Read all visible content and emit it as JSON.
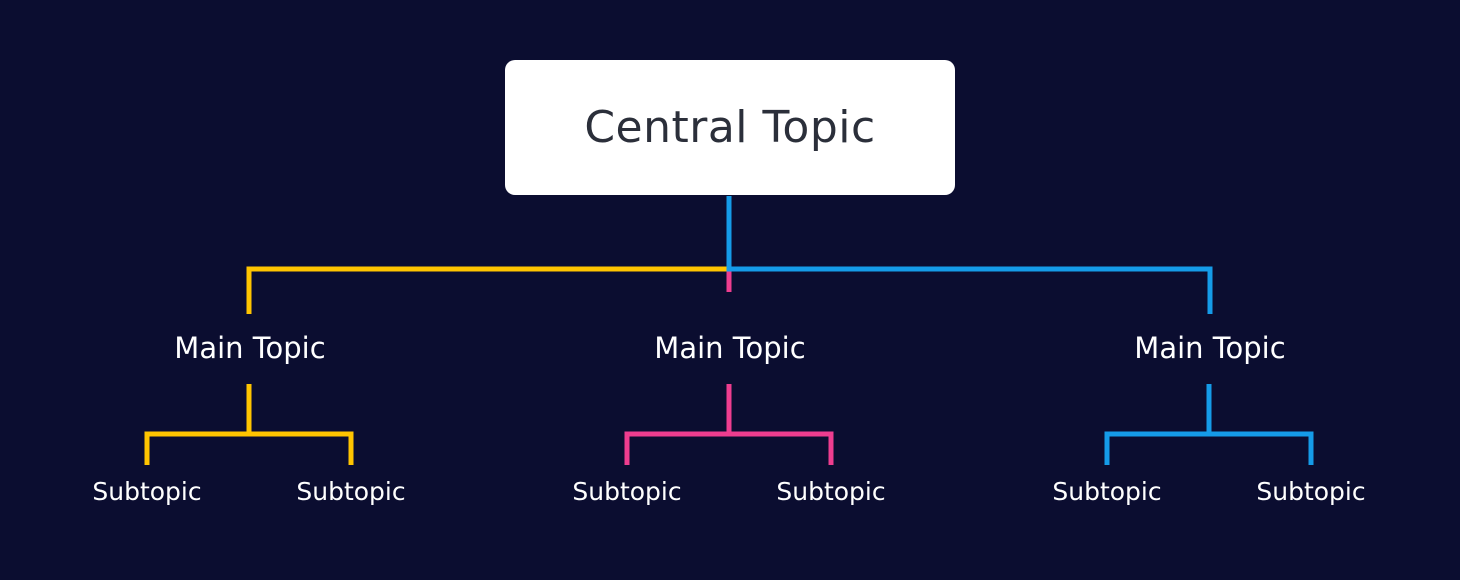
{
  "central_topic": {
    "label": "Central Topic"
  },
  "branches": [
    {
      "label": "Main Topic",
      "color": "#ffc400",
      "subtopics": [
        "Subtopic",
        "Subtopic"
      ]
    },
    {
      "label": "Main Topic",
      "color": "#ee3d8f",
      "subtopics": [
        "Subtopic",
        "Subtopic"
      ]
    },
    {
      "label": "Main Topic",
      "color": "#159be8",
      "subtopics": [
        "Subtopic",
        "Subtopic"
      ]
    }
  ],
  "colors": {
    "background": "#0b0d30",
    "central_box": "#ffffff",
    "central_text": "#2b2f3a",
    "text": "#ffffff"
  }
}
